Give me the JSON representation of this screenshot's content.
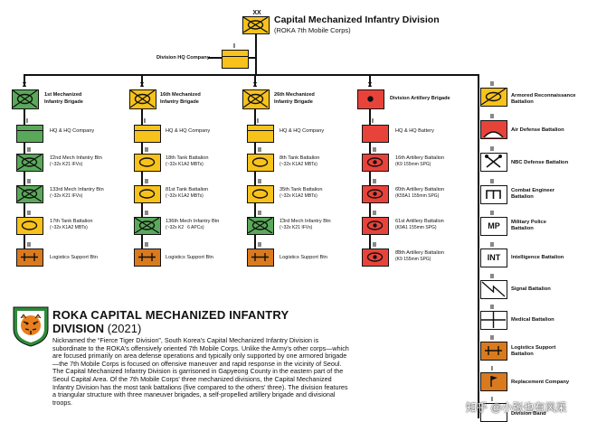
{
  "division": {
    "echelon": "XX",
    "title": "Capital Mechanized Infantry Division",
    "subtitle": "(ROKA 7th Mobile Corps)",
    "hq_company": "Division HQ Company"
  },
  "brigades": [
    {
      "name": "1st Mechanized Infantry Brigade",
      "name1": "1st Mechanized",
      "name2": "Infantry Brigade",
      "echelon": "X",
      "units": [
        {
          "name": "HQ & HQ Company",
          "sub": "",
          "echelon": "I"
        },
        {
          "name": "1̂2nd Mech Infantry Btn",
          "sub": "(~32x K21 IFVs)",
          "echelon": "II"
        },
        {
          "name": "133rd Mech Infantry Btn",
          "sub": "(~32x K21 IFVs)",
          "echelon": "II"
        },
        {
          "name": "17th Tank Battalion",
          "sub": "(~32x K1A2 MBTs)",
          "echelon": "II"
        },
        {
          "name": "Logistics Support Btn",
          "sub": "",
          "echelon": "II"
        }
      ]
    },
    {
      "name": "16th Mechanized Infantry Brigade",
      "name1": "16th Mechanized",
      "name2": "Infantry Brigade",
      "echelon": "X",
      "units": [
        {
          "name": "HQ & HQ Company",
          "sub": "",
          "echelon": "I"
        },
        {
          "name": "18th Tank Battalion",
          "sub": "(~32x K1A2 MBTs)",
          "echelon": "II"
        },
        {
          "name": "81st Tank Battalion",
          "sub": "(~32x K1A2 MBTs)",
          "echelon": "II"
        },
        {
          "name": "136th Mech Infantry Btn",
          "sub": "(~32x K26 APCs)",
          "echelon": "II"
        },
        {
          "name": "Logistics Support Btn",
          "sub": "",
          "echelon": "II"
        }
      ]
    },
    {
      "name": "26th Mechanized Infantry Brigade",
      "name1": "26th Mechanized",
      "name2": "Infantry Brigade",
      "echelon": "X",
      "units": [
        {
          "name": "HQ & HQ Company",
          "sub": "",
          "echelon": "I"
        },
        {
          "name": "8th Tank Battalion",
          "sub": "(~32x K1A2 MBTs)",
          "echelon": "II"
        },
        {
          "name": "35th Tank Battalion",
          "sub": "(~32x K1A2 MBTs)",
          "echelon": "II"
        },
        {
          "name": "1̂3rd Mech Infantry Btn",
          "sub": "(~32x K21 IFVs)",
          "echelon": "II"
        },
        {
          "name": "Logistics Support Btn",
          "sub": "",
          "echelon": "II"
        }
      ]
    },
    {
      "name": "Division Artillery Brigade",
      "name1": "Division Artillery Brigade",
      "name2": "",
      "echelon": "X",
      "units": [
        {
          "name": "HQ & HQ Battery",
          "sub": "",
          "echelon": "I"
        },
        {
          "name": "16th Artillery Battalion",
          "sub": "(K9 155mm SPG)",
          "echelon": "II"
        },
        {
          "name": "6̂0th Artillery Battalion",
          "sub": "(K55A1 155mm SPG)",
          "echelon": "II"
        },
        {
          "name": "61st Artillery Battalion",
          "sub": "(K9A1 155mm SPG)",
          "echelon": "II"
        },
        {
          "name": "8̂8th Artillery Battalion",
          "sub": "(K9 155mm SPG)",
          "echelon": "II"
        }
      ]
    }
  ],
  "support": [
    {
      "name1": "Armored Reconnaissance",
      "name2": "Battalion",
      "echelon": "II"
    },
    {
      "name1": "Air Defense Battalion",
      "name2": "",
      "echelon": "II"
    },
    {
      "name1": "NBC Defense Battalion",
      "name2": "",
      "echelon": "II"
    },
    {
      "name1": "Combat Engineer",
      "name2": "Battalion",
      "echelon": "II",
      "symbol_text": ""
    },
    {
      "name1": "Military Police",
      "name2": "Battalion",
      "echelon": "II",
      "symbol_text": "MP"
    },
    {
      "name1": "Intelligence Battalion",
      "name2": "",
      "echelon": "II",
      "symbol_text": "INT"
    },
    {
      "name1": "Signal Battalion",
      "name2": "",
      "echelon": "II"
    },
    {
      "name1": "Medical Battalion",
      "name2": "",
      "echelon": "II"
    },
    {
      "name1": "Logistics Support",
      "name2": "Battalion",
      "echelon": "II"
    },
    {
      "name1": "Replacement Company",
      "name2": "",
      "echelon": "I"
    },
    {
      "name1": "Division Band",
      "name2": "",
      "echelon": "I"
    }
  ],
  "info": {
    "title": "ROKA CAPITAL MECHANIZED INFANTRY",
    "title2": "DIVISION",
    "year": "(2021)",
    "body": "Nicknamed the “Fierce Tiger Division”, South Korea's Capital Mechanized Infantry Division is subordinate to the ROKA's offensively oriented 7th Mobile Corps. Unlike the Army's other corps—which are focused primarily on area defense operations and typically only supported by one armored brigade—the 7th Mobile Corps is focused on offensive maneuver and rapid response in the vicinity of Seoul. The Capital Mechanized Infantry Division is garrisoned in Gapyeong County in the eastern part of the Seoul Capital Area. Of the 7th Mobile Corps' three mechanized divisions, the Capital Mechanized Infantry Division has the most tank battalions (five compared to the others' three). The division features a triangular structure with three maneuver brigades, a self-propelled artillery brigade and divisional troops."
  },
  "watermark": "知乎 @小张也有风采",
  "colors": {
    "yellow": "#f7c21b",
    "green": "#5aa95a",
    "red": "#e8433b",
    "orange": "#d97a1f"
  }
}
